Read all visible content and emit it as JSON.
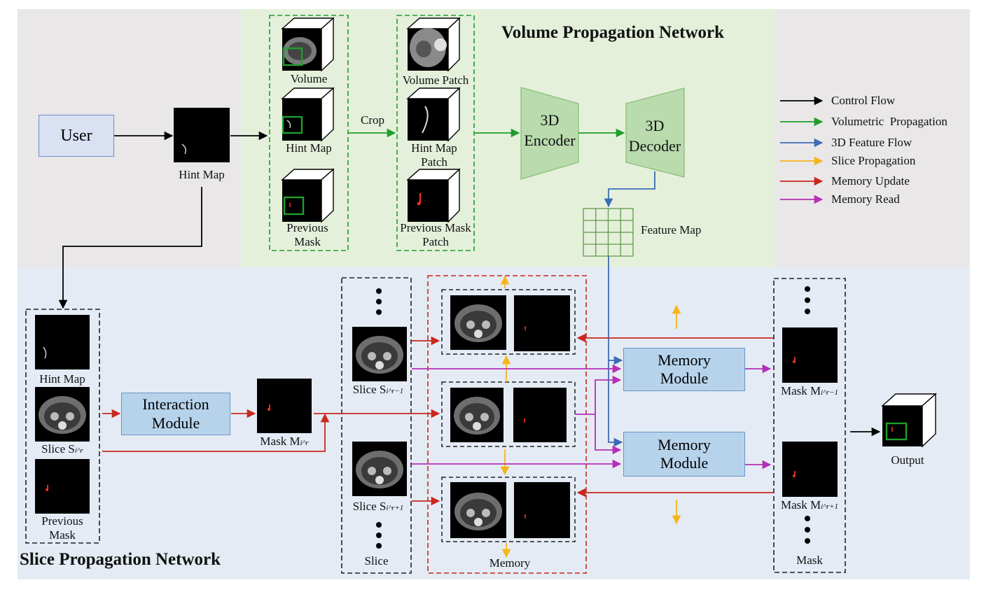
{
  "volume_network": {
    "title": "Volume Propagation Network",
    "user_label": "User",
    "hint_map_label": "Hint Map",
    "input_volume_label": "Volume",
    "input_hint_label": "Hint Map",
    "input_prev_mask_label": "Previous Mask",
    "crop_label": "Crop",
    "volume_patch_label": "Volume Patch",
    "hint_patch_label": "Hint Map Patch",
    "prev_mask_patch_label": "Previous Mask Patch",
    "encoder_label": "3D Encoder",
    "decoder_label": "3D Decoder",
    "feature_map_label": "Feature Map"
  },
  "legend": {
    "items": [
      {
        "label": "Control Flow",
        "color": "#000000"
      },
      {
        "label": "Volumetric  Propagation",
        "color": "#1f9e2c"
      },
      {
        "label": "3D Feature Flow",
        "color": "#3d6bb5"
      },
      {
        "label": "Slice Propagation",
        "color": "#f5b51b"
      },
      {
        "label": "Memory Update",
        "color": "#c8281e"
      },
      {
        "label": "Memory Read",
        "color": "#b62fb8"
      }
    ]
  },
  "slice_network": {
    "title": "Slice Propagation Network",
    "hint_map_label": "Hint Map",
    "slice_label": "Slice S",
    "slice_sub": "i^r",
    "prev_mask_label": "Previous Mask",
    "interaction_label": "Interaction Module",
    "mask_label": "Mask M",
    "mask_sub": "i^r",
    "slice_minus_label": "Slice S",
    "slice_minus_sub": "i^r−1",
    "slice_plus_label": "Slice S",
    "slice_plus_sub": "i^r+1",
    "slice_column_label": "Slice",
    "memory_label": "Memory",
    "memory_module_1": "Memory Module",
    "memory_module_2": "Memory Module",
    "mask_minus_label": "Mask M",
    "mask_minus_sub": "i^r−1",
    "mask_plus_label": "Mask M",
    "mask_plus_sub": "i^r+1",
    "mask_column_label": "Mask",
    "output_label": "Output"
  },
  "colors": {
    "control": "#000000",
    "volumetric": "#1f9e2c",
    "feature": "#3d6bb5",
    "slice": "#f5b51b",
    "update": "#c8281e",
    "read": "#b62fb8"
  }
}
